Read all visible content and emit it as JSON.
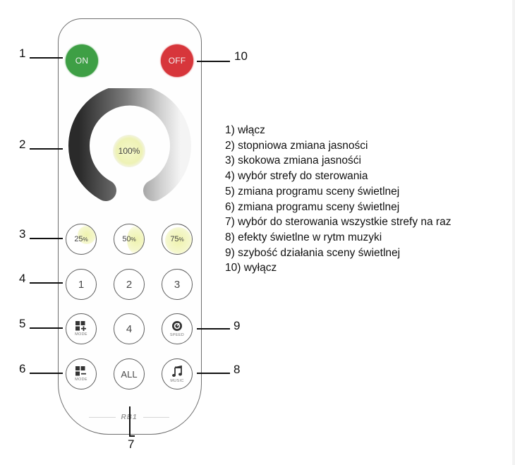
{
  "remote": {
    "model": "RB1",
    "buttons": {
      "on": {
        "label": "ON",
        "color": "#3e9f45"
      },
      "off": {
        "label": "OFF",
        "color": "#d7363b"
      },
      "brightness_center": {
        "label": "100%"
      },
      "bright_25": {
        "value": "25",
        "unit": "%"
      },
      "bright_50": {
        "value": "50",
        "unit": "%"
      },
      "bright_75": {
        "value": "75",
        "unit": "%"
      },
      "zone_1": {
        "label": "1"
      },
      "zone_2": {
        "label": "2"
      },
      "zone_3": {
        "label": "3"
      },
      "zone_4": {
        "label": "4"
      },
      "mode_plus": {
        "caption": "MODE",
        "icon": "grid-plus-icon"
      },
      "mode_minus": {
        "caption": "MODE",
        "icon": "grid-minus-icon"
      },
      "speed": {
        "caption": "SPEED",
        "icon": "speed-dial-icon"
      },
      "all": {
        "label": "ALL"
      },
      "music": {
        "caption": "MUSIC",
        "icon": "music-note-icon"
      }
    }
  },
  "callouts": [
    "1",
    "2",
    "3",
    "4",
    "5",
    "6",
    "7",
    "8",
    "9",
    "10"
  ],
  "legend": [
    "1) włącz",
    "2) stopniowa zmiana jasności",
    "3) skokowa zmiana jasnośći",
    "4) wybór strefy do sterowania",
    "5) zmiana programu sceny świetlnej",
    "6) zmiana programu sceny świetlnej",
    "7) wybór do sterowania wszystkie strefy na raz",
    "8) efekty świetlne w rytm muzyki",
    "9) szybość działania sceny świetlnej",
    "10) wyłącz"
  ]
}
